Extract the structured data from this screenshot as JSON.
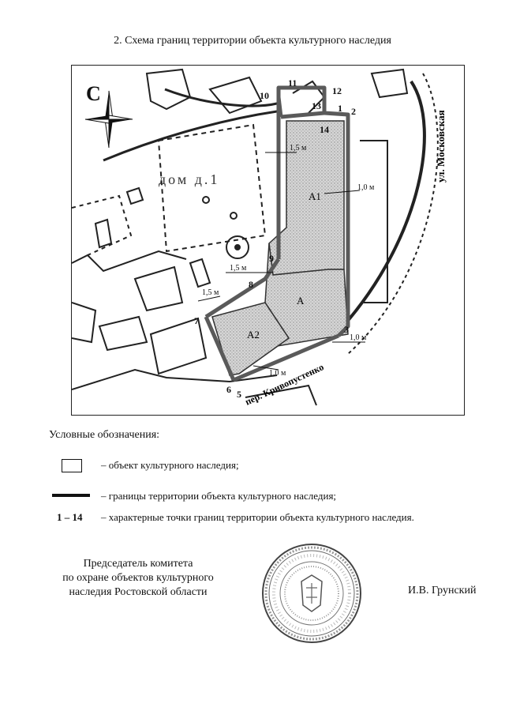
{
  "title": "2. Схема границ территории объекта культурного наследия",
  "map": {
    "compass_label": "С",
    "street_label": "ул. Московская",
    "lane_label": "пер. Кривопустенко",
    "house_text": "дом д.1",
    "zones": {
      "a1": "А1",
      "a": "А",
      "a2": "А2"
    },
    "dimensions": {
      "d1": "1,5 м",
      "d2": "1,0 м",
      "d3": "1,5 м",
      "d4": "1,5 м",
      "d5": "1,0 м",
      "d6": "1,0 м"
    },
    "points": {
      "p1": "1",
      "p2": "2",
      "p3": "3",
      "p5": "5",
      "p6": "6",
      "p7": "7",
      "p8": "8",
      "p9": "9",
      "p10": "10",
      "p11": "11",
      "p12": "12",
      "p13": "13",
      "p14": "14"
    }
  },
  "legend": {
    "heading": "Условные обозначения:",
    "object_text": "– объект культурного наследия;",
    "boundary_text": "– границы территории объекта культурного наследия;",
    "points_range": "1 – 14",
    "points_text": "– характерные точки границ территории объекта культурного наследия."
  },
  "signature": {
    "line1": "Председатель комитета",
    "line2": "по охране объектов культурного",
    "line3": "наследия Ростовской области",
    "name": "И.В. Грунский"
  },
  "seal_icon": "official-seal",
  "colors": {
    "boundary": "#5a5a5a",
    "zone_fill": "#cfcfcf",
    "ink": "#111111"
  }
}
